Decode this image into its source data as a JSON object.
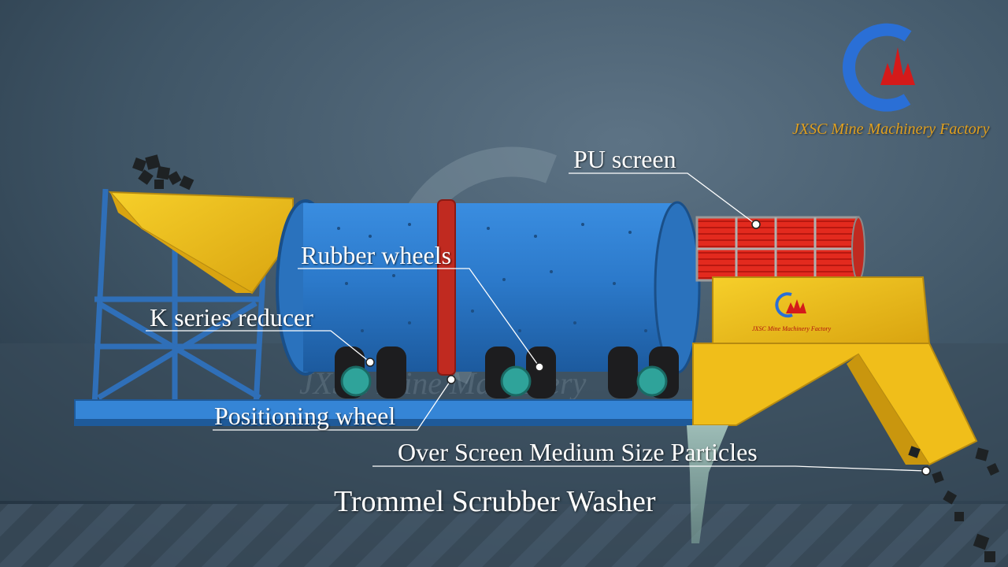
{
  "logo": {
    "company_name": "JXSC Mine Machinery Factory",
    "colors": {
      "ring": "#2a6fd6",
      "crown": "#d41a1a",
      "text": "#e0a020"
    }
  },
  "watermark": {
    "text": "JXSC Mine Machinery"
  },
  "hopper_branding": {
    "text": "JXSC Mine Machinery Factory"
  },
  "machine": {
    "title": "Trommel Scrubber Washer",
    "colors": {
      "drum": "#2f7fd0",
      "frame": "#3a86d8",
      "hopper": "#f2c21e",
      "screen": "#e32a1e"
    }
  },
  "callouts": [
    {
      "id": "pu-screen",
      "text": "PU screen"
    },
    {
      "id": "rubber-wheels",
      "text": "Rubber wheels"
    },
    {
      "id": "k-series-reducer",
      "text": "K series reducer"
    },
    {
      "id": "positioning-wheel",
      "text": "Positioning wheel"
    },
    {
      "id": "over-screen",
      "text": "Over Screen Medium Size Particles"
    }
  ]
}
